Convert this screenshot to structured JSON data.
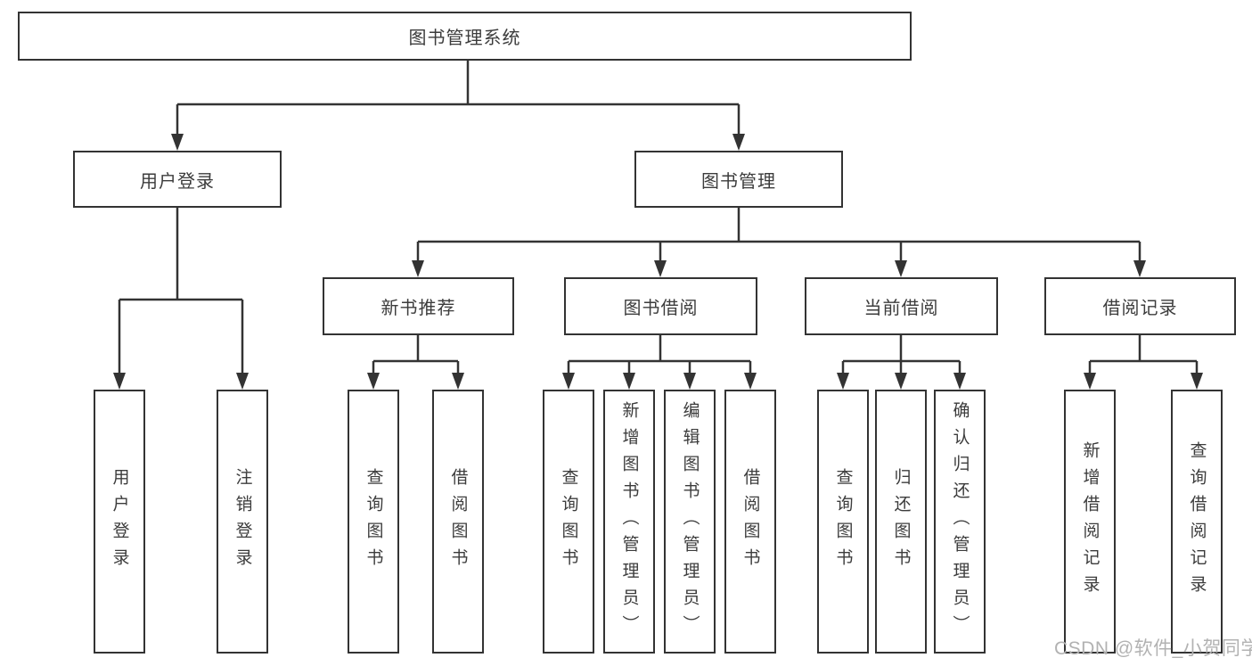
{
  "colors": {
    "line": "#333333",
    "box_border": "#333333",
    "text": "#3c3c3c",
    "background": "#ffffff",
    "watermark": "#b2b2b2"
  },
  "watermark": {
    "text": "CSDN @软件_小贺同学"
  },
  "tree": {
    "root": {
      "label": "图书管理系统"
    },
    "branches": [
      {
        "label": "用户登录",
        "children": [
          {
            "label": "用户登录"
          },
          {
            "label": "注销登录"
          }
        ]
      },
      {
        "label": "图书管理",
        "children": [
          {
            "label": "新书推荐",
            "children": [
              {
                "label": "查询图书"
              },
              {
                "label": "借阅图书"
              }
            ]
          },
          {
            "label": "图书借阅",
            "children": [
              {
                "label": "查询图书"
              },
              {
                "label": "新增图书（管理员）"
              },
              {
                "label": "编辑图书（管理员）"
              },
              {
                "label": "借阅图书"
              }
            ]
          },
          {
            "label": "当前借阅",
            "children": [
              {
                "label": "查询图书"
              },
              {
                "label": "归还图书"
              },
              {
                "label": "确认归还（管理员）"
              }
            ]
          },
          {
            "label": "借阅记录",
            "children": [
              {
                "label": "新增借阅记录"
              },
              {
                "label": "查询借阅记录"
              }
            ]
          }
        ]
      }
    ]
  }
}
